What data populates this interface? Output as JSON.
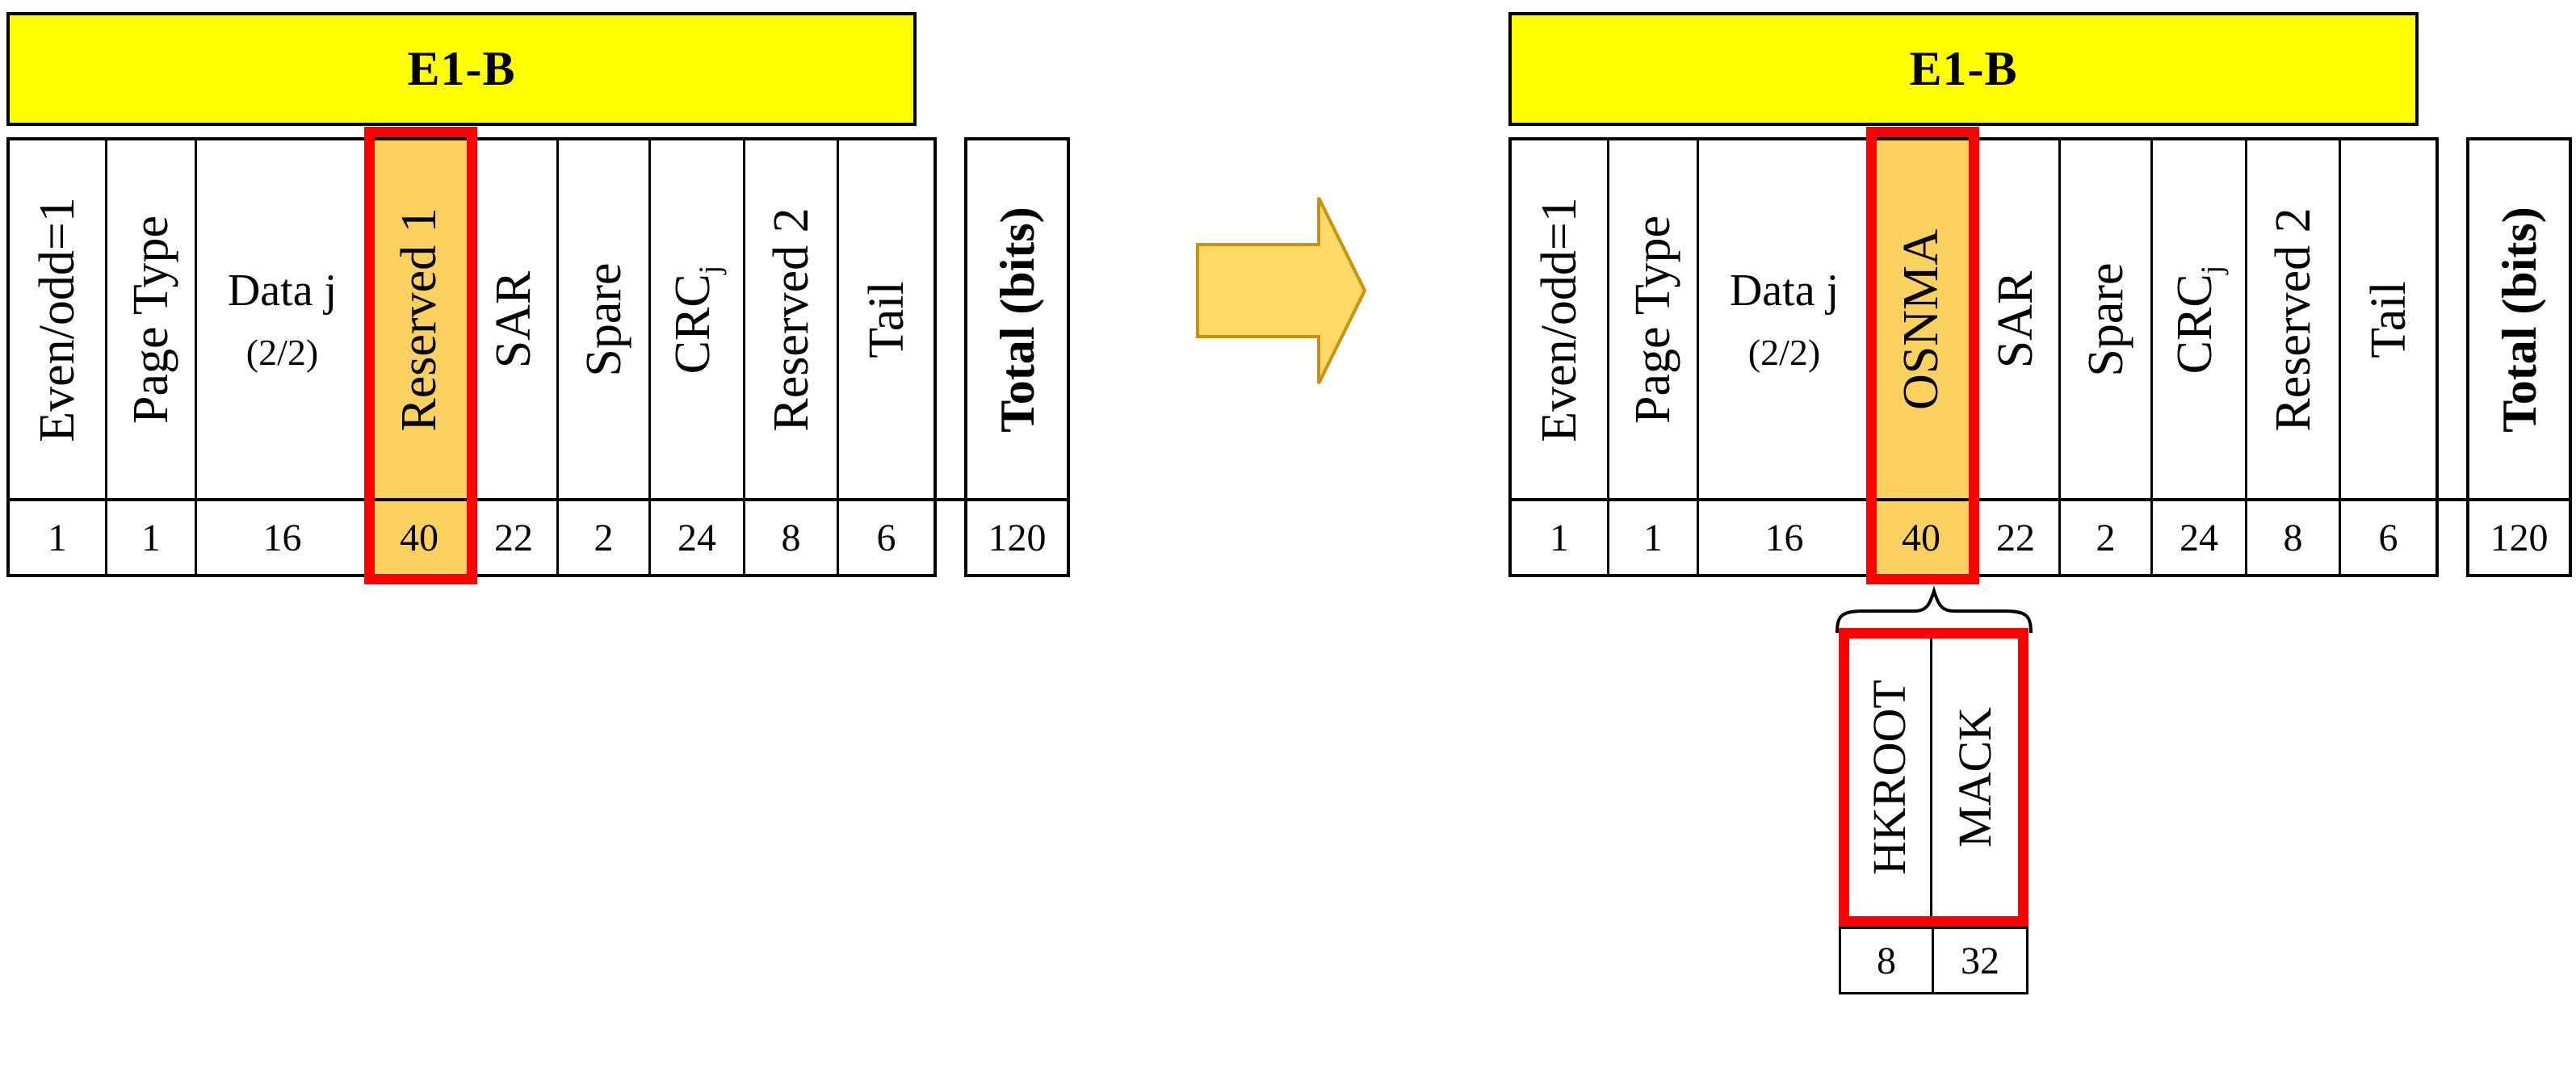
{
  "left": {
    "header": "E1-B",
    "columns": [
      {
        "label": "Even/odd=1",
        "value": "1"
      },
      {
        "label": "Page Type",
        "value": "1"
      },
      {
        "label": "Data j",
        "sublabel": "(2/2)",
        "value": "16"
      },
      {
        "label": "Reserved 1",
        "value": "40",
        "highlight": true
      },
      {
        "label": "SAR",
        "value": "22"
      },
      {
        "label": "Spare",
        "value": "2"
      },
      {
        "label": "CRC",
        "subscript": "j",
        "value": "24"
      },
      {
        "label": "Reserved 2",
        "value": "8"
      },
      {
        "label": "Tail",
        "value": "6"
      }
    ],
    "total_label": "Total (bits)",
    "total_value": "120"
  },
  "right": {
    "header": "E1-B",
    "columns": [
      {
        "label": "Even/odd=1",
        "value": "1"
      },
      {
        "label": "Page Type",
        "value": "1"
      },
      {
        "label": "Data j",
        "sublabel": "(2/2)",
        "value": "16"
      },
      {
        "label": "OSNMA",
        "value": "40",
        "highlight": true
      },
      {
        "label": "SAR",
        "value": "22"
      },
      {
        "label": "Spare",
        "value": "2"
      },
      {
        "label": "CRC",
        "subscript": "j",
        "value": "24"
      },
      {
        "label": "Reserved 2",
        "value": "8"
      },
      {
        "label": "Tail",
        "value": "6"
      }
    ],
    "total_label": "Total (bits)",
    "total_value": "120"
  },
  "breakdown": {
    "fields": [
      {
        "label": "HKROOT",
        "value": "8"
      },
      {
        "label": "MACK",
        "value": "32"
      }
    ]
  },
  "colors": {
    "header_bg": "#FFFF00",
    "highlight_bg": "#FAD161",
    "highlight_border": "#FF0000",
    "arrow_fill": "#FFD966",
    "arrow_stroke": "#C8920B",
    "line": "#000000"
  }
}
